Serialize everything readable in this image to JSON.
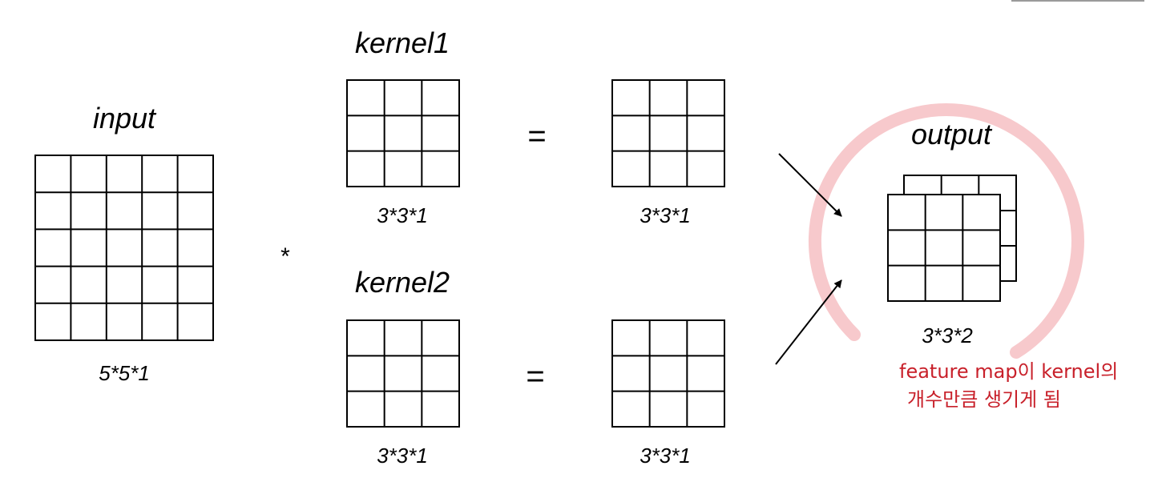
{
  "labels": {
    "input": "input",
    "input_dim": "5*5*1",
    "kernel1": "kernel1",
    "kernel1_dim": "3*3*1",
    "kernel2": "kernel2",
    "kernel2_dim": "3*3*1",
    "result1_dim": "3*3*1",
    "result2_dim": "3*3*1",
    "output": "output",
    "output_dim": "3*3*2"
  },
  "operators": {
    "convolve": "*",
    "equals1": "=",
    "equals2": "="
  },
  "annotation": {
    "line1": "feature map이 kernel의",
    "line2": "개수만큼 생기게 됨",
    "color": "#c8202a",
    "highlight_circle_color": "#f7c9cc"
  },
  "grids": {
    "input": {
      "rows": 5,
      "cols": 5
    },
    "kernel1": {
      "rows": 3,
      "cols": 3
    },
    "kernel2": {
      "rows": 3,
      "cols": 3
    },
    "result1": {
      "rows": 3,
      "cols": 3
    },
    "result2": {
      "rows": 3,
      "cols": 3
    },
    "output_front": {
      "rows": 3,
      "cols": 3
    },
    "output_back": {
      "rows": 3,
      "cols": 3
    }
  }
}
